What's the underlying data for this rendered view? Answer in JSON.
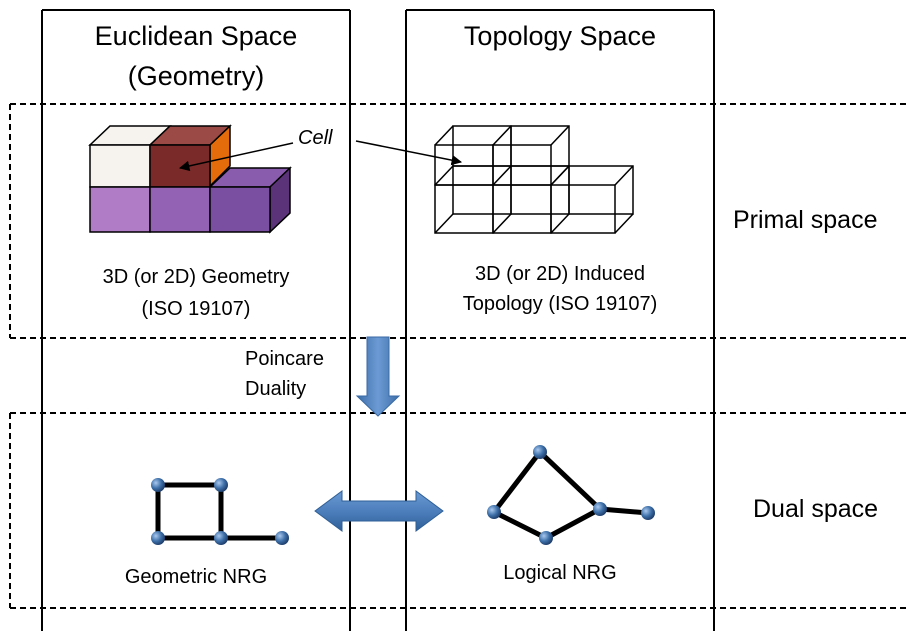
{
  "columns": {
    "euclidean": {
      "title_line1": "Euclidean Space",
      "title_line2": "(Geometry)"
    },
    "topology": {
      "title": "Topology Space"
    }
  },
  "rows": {
    "primal": {
      "label": "Primal space"
    },
    "dual": {
      "label": "Dual space"
    }
  },
  "cell_label": "Cell",
  "captions": {
    "geometry_line1": "3D (or 2D) Geometry",
    "geometry_line2": "(ISO 19107)",
    "topology_line1": "3D (or 2D) Induced",
    "topology_line2": "Topology (ISO 19107)",
    "duality_line1": "Poincare",
    "duality_line2": "Duality",
    "geometric_nrg": "Geometric NRG",
    "logical_nrg": "Logical NRG"
  },
  "colors": {
    "cube_white": "#f6f3ee",
    "cube_dark_red": "#7a2a28",
    "cube_orange": "#e46c0a",
    "cube_light_purple": "#b07cc6",
    "cube_mid_purple": "#9462b4",
    "cube_dark_purple": "#6f4390",
    "arrow_blue": "#4f81bd",
    "node_blue": "#2f5f96"
  }
}
